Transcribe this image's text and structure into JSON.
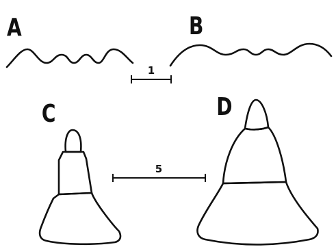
{
  "panels": {
    "a": {
      "label": "A"
    },
    "b": {
      "label": "B"
    },
    "c": {
      "label": "C"
    },
    "d": {
      "label": "D"
    }
  },
  "scale_bars": {
    "top": {
      "label": "1"
    },
    "middle": {
      "label": "5"
    }
  },
  "colors": {
    "ink": "#111111",
    "background": "#ffffff"
  }
}
